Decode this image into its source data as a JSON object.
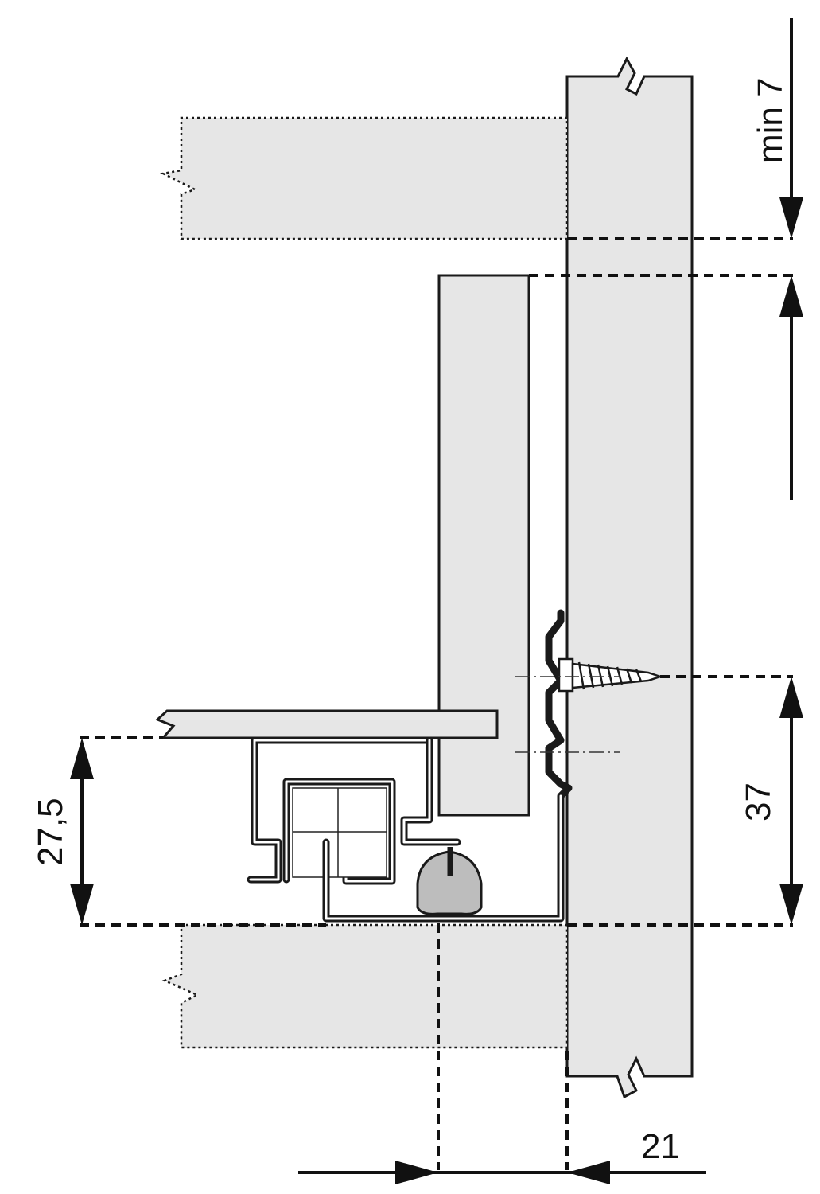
{
  "dimensions": {
    "top_right": "min 7",
    "right_middle": "37",
    "left": "27,5",
    "bottom": "21"
  },
  "colors": {
    "panel_fill": "#e6e6e6",
    "line": "#1a1a1a",
    "runner_fill": "#bdbdbd"
  }
}
